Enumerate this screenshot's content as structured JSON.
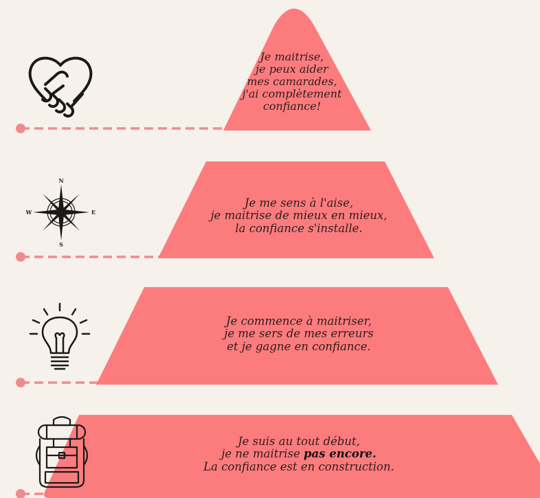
{
  "colors": {
    "background": "#f6f1ea",
    "band": "#fc7c7e",
    "connector": "#f08b8d",
    "text": "#2b1d1d",
    "icon": "#1a1a1a"
  },
  "levels": [
    {
      "id": "mastery",
      "icon": "handshake-heart-icon",
      "lines": [
        "Je maitrise,",
        "je peux aider",
        "mes camarades,",
        "j'ai complètement",
        "confiance!"
      ]
    },
    {
      "id": "comfortable",
      "icon": "compass-rose-icon",
      "compass": {
        "n": "N",
        "s": "S",
        "e": "E",
        "w": "W"
      },
      "lines": [
        "Je me sens à l'aise,",
        "je maitrise de mieux en mieux,",
        "la confiance s'installe."
      ]
    },
    {
      "id": "beginning-mastery",
      "icon": "lightbulb-icon",
      "lines": [
        "Je commence à maitriser,",
        "je me sers de mes erreurs",
        "et je gagne en confiance."
      ]
    },
    {
      "id": "starting",
      "icon": "backpack-icon",
      "line1": "Je suis au tout début,",
      "line2_prefix": "je ne maitrise ",
      "line2_strong": "pas encore.",
      "line3": "La confiance est en construction."
    }
  ]
}
